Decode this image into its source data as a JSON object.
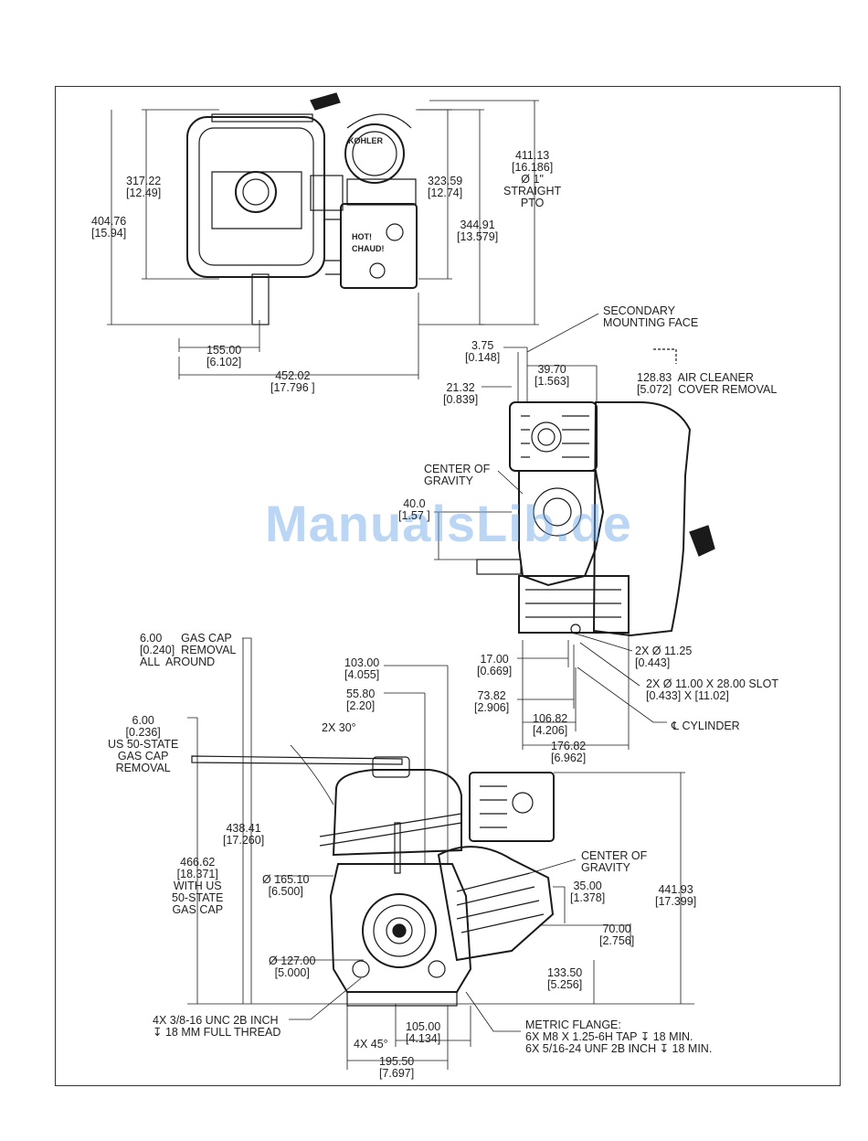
{
  "watermark": "ManualsLib.de",
  "top_view": {
    "height_317_22": "317.22\n[12.49]",
    "height_404_76": "404.76\n[15.94]",
    "height_323_59": "323.59\n[12.74]",
    "height_344_91": "344.91\n[13.579]",
    "pto": "411.13\n[16.186]\nØ 1\"\nSTRAIGHT\nPTO",
    "width_155": "155.00\n[6.102]",
    "width_452": "452.02\n[17.796 ]",
    "blower_text": "KOHLER",
    "cover_text": "HOT!\nCHAUD!"
  },
  "side_view": {
    "secondary_face": "SECONDARY\nMOUNTING FACE",
    "d_3_75": "3.75\n[0.148]",
    "d_39_70": "39.70\n[1.563]",
    "air_cleaner": "128.83  AIR CLEANER\n[5.072]  COVER REMOVAL",
    "d_21_32": "21.32\n[0.839]",
    "cog": "CENTER OF\nGRAVITY",
    "d_40": "40.0\n[1.57 ]",
    "hole_11_25": "2X Ø 11.25\n[0.443]",
    "d_17": "17.00\n[0.669]",
    "slot": "2X Ø 11.00 X 28.00 SLOT\n[0.433] X [11.02]",
    "d_73_82": "73.82\n[2.906]",
    "d_106_82": "106.82\n[4.206]",
    "cylinder": "℄ CYLINDER",
    "d_176_82": "176.82\n[6.962]"
  },
  "front_view": {
    "gas_cap_removal": "6.00      GAS CAP\n[0.240]  REMOVAL\nALL  AROUND",
    "d_103": "103.00\n[4.055]",
    "d_55_80": "55.80\n[2.20]",
    "angle_30": "2X 30°",
    "us_gas_cap": "6.00\n[0.236]\nUS 50-STATE\nGAS CAP\nREMOVAL",
    "d_438_41": "438.41\n[17.260]",
    "d_466_62": "466.62\n[18.371]\nWITH US\n50-STATE\nGAS CAP",
    "dia_165": "Ø 165.10\n[6.500]",
    "dia_127": "Ø 127.00\n[5.000]",
    "cog": "CENTER OF\nGRAVITY",
    "d_35": "35.00\n[1.378]",
    "d_441_93": "441.93\n[17.399]",
    "d_70": "70.00\n[2.756]",
    "d_133_50": "133.50\n[5.256]",
    "thread": "4X 3/8-16 UNC 2B INCH\n↧ 18 MM FULL THREAD",
    "d_105": "105.00\n[4.134]",
    "angle_45": "4X 45°",
    "flange": "METRIC FLANGE:\n6X M8 X 1.25-6H TAP ↧ 18 MIN.\n6X 5/16-24 UNF 2B INCH ↧ 18 MIN.",
    "d_195_50": "195.50\n[7.697]"
  },
  "colors": {
    "line": "#1a1a1a",
    "watermark": "#6aa6e8"
  }
}
